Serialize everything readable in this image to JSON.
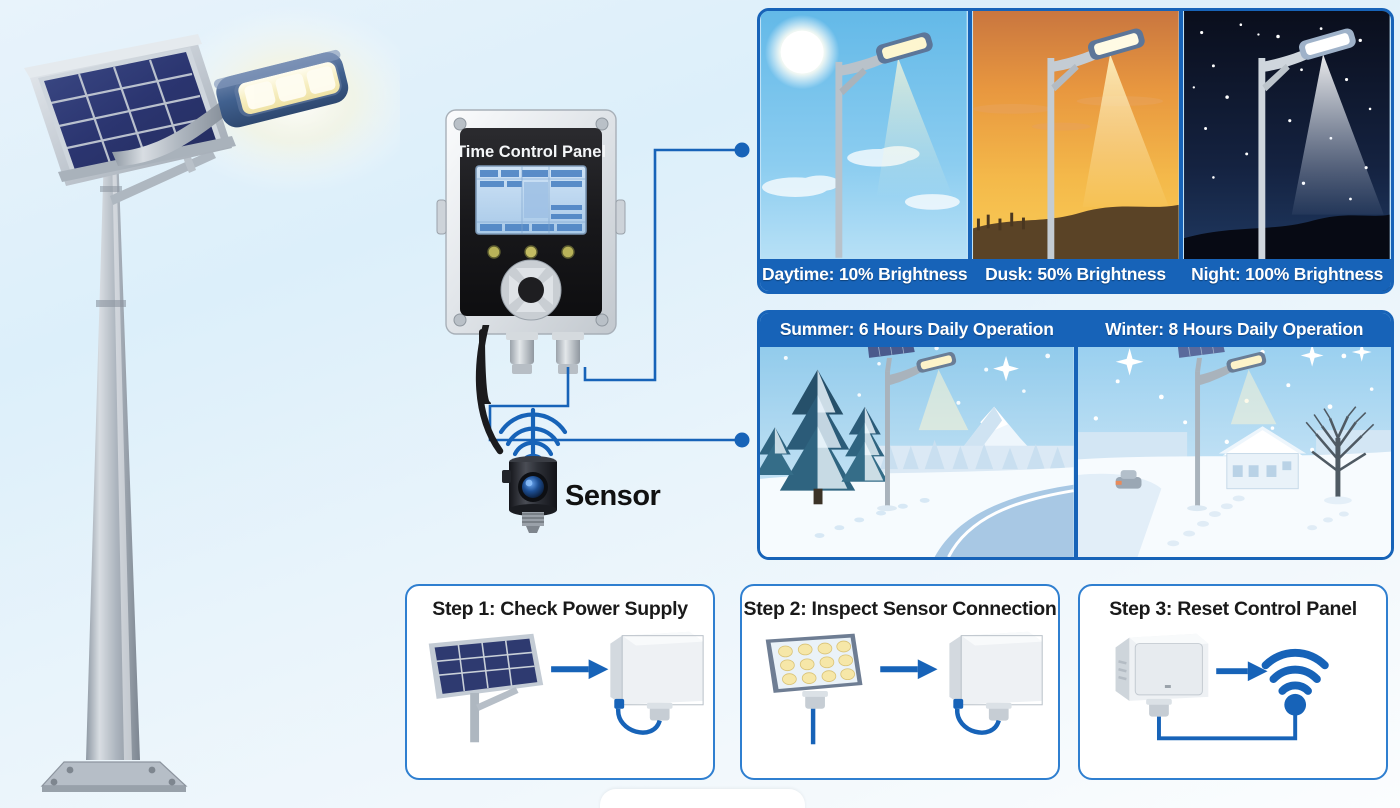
{
  "theme": {
    "accent": "#1763b8",
    "accent_light": "#2f7fd0",
    "card_bg": "#ffffff",
    "page_bg": "#e8f3fb"
  },
  "device": {
    "title": "Time Control Panel",
    "leds": [
      "led-1",
      "led-2",
      "led-3"
    ],
    "dpad": "dpad-control",
    "screen": "lcd-schedule-screen"
  },
  "sensor": {
    "label": "Sensor",
    "icon": "wifi-waves-icon"
  },
  "brightness_modes": {
    "group_name": "brightness-scenes",
    "items": [
      {
        "caption": "Daytime: 10% Brightness",
        "scene": "daytime-sky",
        "beam": "dim"
      },
      {
        "caption": "Dusk: 50% Brightness",
        "scene": "dusk-sky",
        "beam": "medium"
      },
      {
        "caption": "Night: 100% Brightness",
        "scene": "night-sky",
        "beam": "full"
      }
    ]
  },
  "seasonal_modes": {
    "group_name": "seasonal-scenes",
    "items": [
      {
        "caption": "Summer: 6 Hours Daily Operation",
        "scene": "forest-mountain-road"
      },
      {
        "caption": "Winter: 8 Hours Daily Operation",
        "scene": "snowfall-house-tree"
      }
    ]
  },
  "troubleshooting_steps": [
    {
      "title": "Step 1: Check Power Supply",
      "from": "solar-panel",
      "to": "control-box"
    },
    {
      "title": "Step 2: Inspect Sensor Connection",
      "from": "led-array",
      "to": "control-box"
    },
    {
      "title": "Step 3: Reset Control Panel",
      "from": "control-box",
      "to": "wifi-signal"
    }
  ],
  "hero": {
    "name": "solar-street-light",
    "parts": [
      "solar-panel",
      "led-luminaire",
      "pole",
      "base-plate"
    ]
  }
}
